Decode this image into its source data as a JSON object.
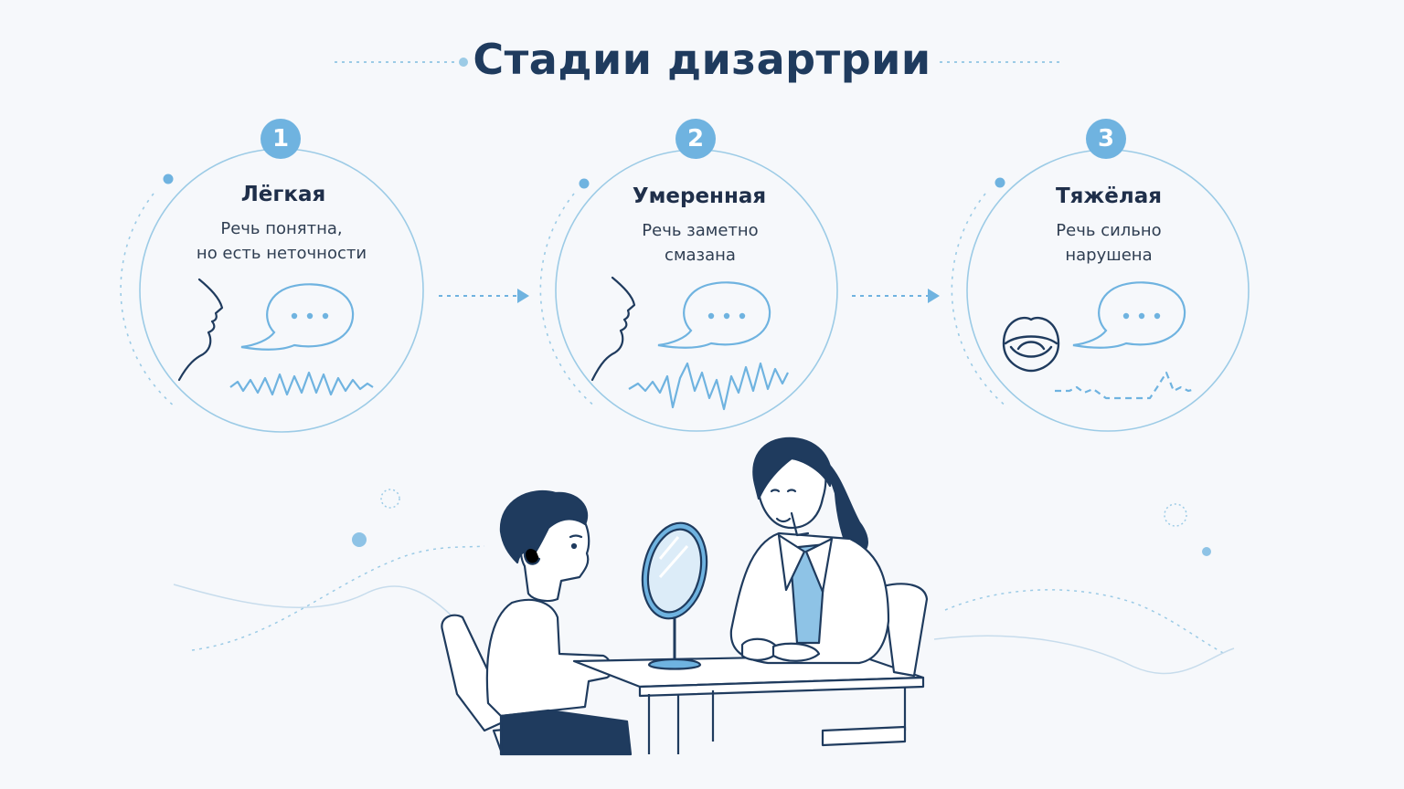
{
  "title": "Стадии дизартрии",
  "colors": {
    "accent": "#6fb3e0",
    "navy": "#1f3b5e",
    "line": "#9ccbe6",
    "background": "#f6f8fb"
  },
  "stages": [
    {
      "number": "1",
      "name": "Лёгкая",
      "line1": "Речь понятна,",
      "line2": "но есть неточности",
      "icon": "face-profile-icon",
      "wave": "mild-wave"
    },
    {
      "number": "2",
      "name": "Умеренная",
      "line1": "Речь заметно",
      "line2": "смазана",
      "icon": "face-profile-icon",
      "wave": "irregular-wave"
    },
    {
      "number": "3",
      "name": "Тяжёлая",
      "line1": "Речь сильно",
      "line2": "нарушена",
      "icon": "mouth-icon",
      "wave": "broken-wave"
    }
  ],
  "scene": {
    "description_icons": [
      "child-figure",
      "mirror-icon",
      "therapist-figure",
      "table",
      "chair"
    ]
  }
}
